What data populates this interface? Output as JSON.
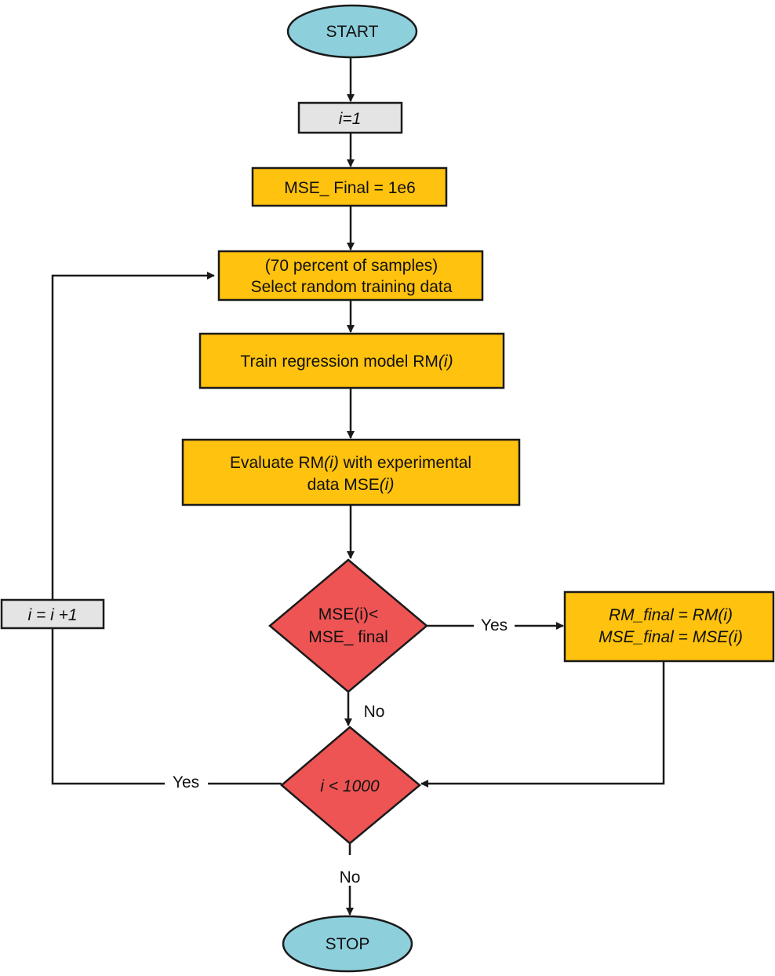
{
  "nodes": {
    "start": {
      "text": "START"
    },
    "init_i": {
      "text": "i=1"
    },
    "init_mse": {
      "text": "MSE_ Final = 1e6"
    },
    "select": {
      "line1": "(70 percent of samples)",
      "line2": "Select random training data"
    },
    "train": {
      "prefix": "Train regression model RM",
      "var": "(i)"
    },
    "evaluate": {
      "l1_prefix": "Evaluate RM",
      "l1_var": "(i)",
      "l1_suffix": " with experimental",
      "l2_prefix": "data MSE",
      "l2_var": "(i)"
    },
    "decision_mse": {
      "line1": "MSE(i)<",
      "line2": "MSE_ final"
    },
    "update": {
      "line1": "RM_final = RM(i)",
      "line2": "MSE_final = MSE(i)"
    },
    "decision_iter": {
      "text": "i < 1000"
    },
    "increment": {
      "text": "i = i +1"
    },
    "stop": {
      "text": "STOP"
    }
  },
  "edges": {
    "mse_yes": "Yes",
    "mse_no": "No",
    "iter_yes": "Yes",
    "iter_no": "No"
  },
  "colors": {
    "terminal": "#8ecfdc",
    "process": "#ffc20e",
    "decision": "#ef5454",
    "counter": "#e4e4e4",
    "stroke": "#1a1a1a"
  }
}
